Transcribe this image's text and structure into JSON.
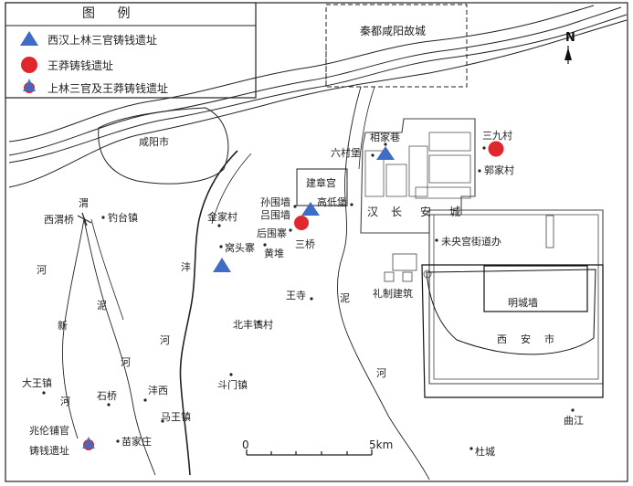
{
  "legend": {
    "title": "图    例",
    "items": [
      {
        "label": "西汉上林三官铸钱遗址",
        "symbol": "triangle-icon"
      },
      {
        "label": "王莽铸钱遗址",
        "symbol": "circle-icon"
      },
      {
        "label": "上林三官及王莽铸钱遗址",
        "symbol": "triangle-circle-icon"
      }
    ]
  },
  "north_label": "N",
  "scale": {
    "start": "0",
    "end": "5km"
  },
  "colors": {
    "triangle": "#3f6cc4",
    "circle": "#e0272b",
    "line": "#222222"
  },
  "areas": {
    "qindu": "秦都咸阳故城",
    "xianyang": "咸阳市",
    "jianzhang": "建章宫",
    "han1": "汉",
    "han2": "长",
    "han3": "安",
    "han4": "城",
    "mingcheng": "明城墙",
    "xian1": "西",
    "xian2": "安",
    "xian3": "市"
  },
  "rivers": {
    "wei": "渭",
    "wei_he": "河",
    "feng": "沣",
    "feng_he": "河",
    "xinni1": "新",
    "xinni2": "河",
    "ni1": "泥",
    "ni2": "河",
    "zao": "泥",
    "zao_he": "河"
  },
  "places": {
    "liucunbao": "六村堡",
    "xiangjiaxiang": "相家巷",
    "sanjiucun": "三九村",
    "guojiacun": "郭家村",
    "sunjiawan": "孙围墙",
    "lvjiawei": "吕围墙",
    "gaodibao": "高低堡",
    "houweizhai": "后围寨",
    "sanqiao": "三桥",
    "huangdui": "黄堆",
    "doutouzhai": "窝头寨",
    "jinjiacun": "金家村",
    "weiyanggong": "未央宫街道办",
    "lizhijianzhu": "礼制建筑",
    "wangsi": "王寺",
    "beifenggaocun": "北丰镐村",
    "doumenzhen": "斗门镇",
    "xixiqiao": "西渭桥",
    "diaotaizhen": "钓台镇",
    "dawangzhen": "大王镇",
    "shiqiao": "石桥",
    "fengxi": "沣西",
    "mawangzhen": "马王镇",
    "zhaolunpuguan": "兆伦铺官",
    "zhuqianyizhi": "铸钱遗址",
    "miaojiazhuang": "苗家庄",
    "qujiang": "曲江",
    "ducheng": "杜城"
  }
}
